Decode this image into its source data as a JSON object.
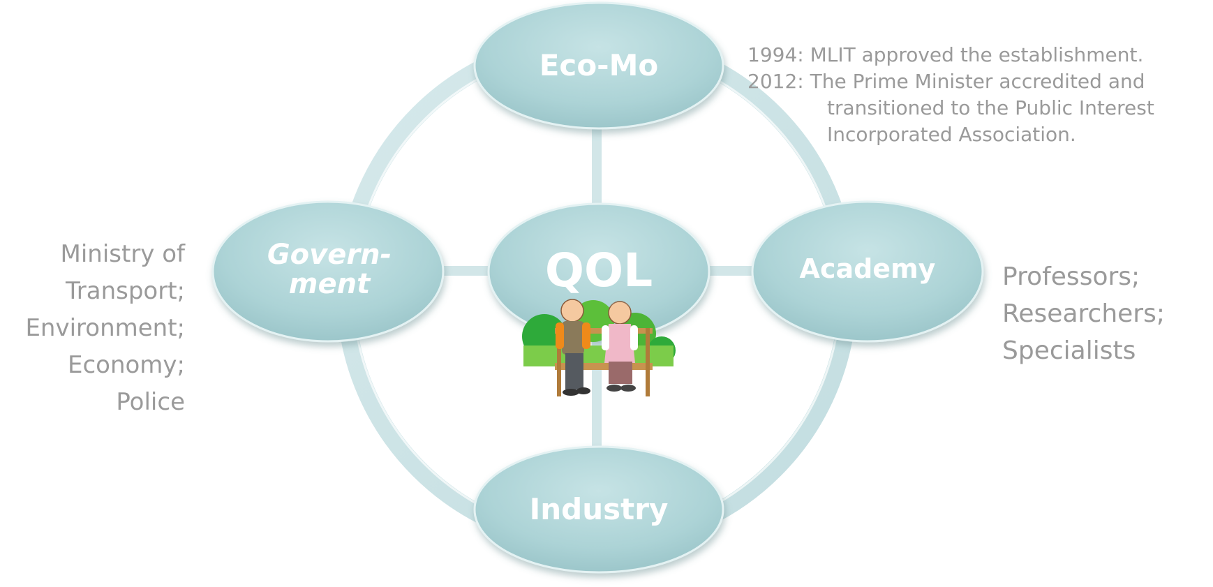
{
  "nodes": {
    "top": "Eco-Mo",
    "left_line1": "Govern-",
    "left_line2": "ment",
    "right": "Academy",
    "bottom": "Industry",
    "center": "QOL"
  },
  "government_list": [
    "Ministry of",
    "Transport;",
    "Environment;",
    "Economy;",
    "Police"
  ],
  "academy_list": [
    "Professors;",
    "Researchers;",
    "Specialists"
  ],
  "history": {
    "line1": "1994: MLIT approved the establishment.",
    "line2": "2012: The Prime Minister accredited and",
    "line3": "transitioned to the Public Interest",
    "line4": "Incorporated Association."
  },
  "colors": {
    "node_fill": "#b2d7da",
    "ring": "#cfe5e7",
    "label": "#ffffff",
    "side_text": "#9a9a9a"
  },
  "illustration": "elderly-couple-on-bench"
}
